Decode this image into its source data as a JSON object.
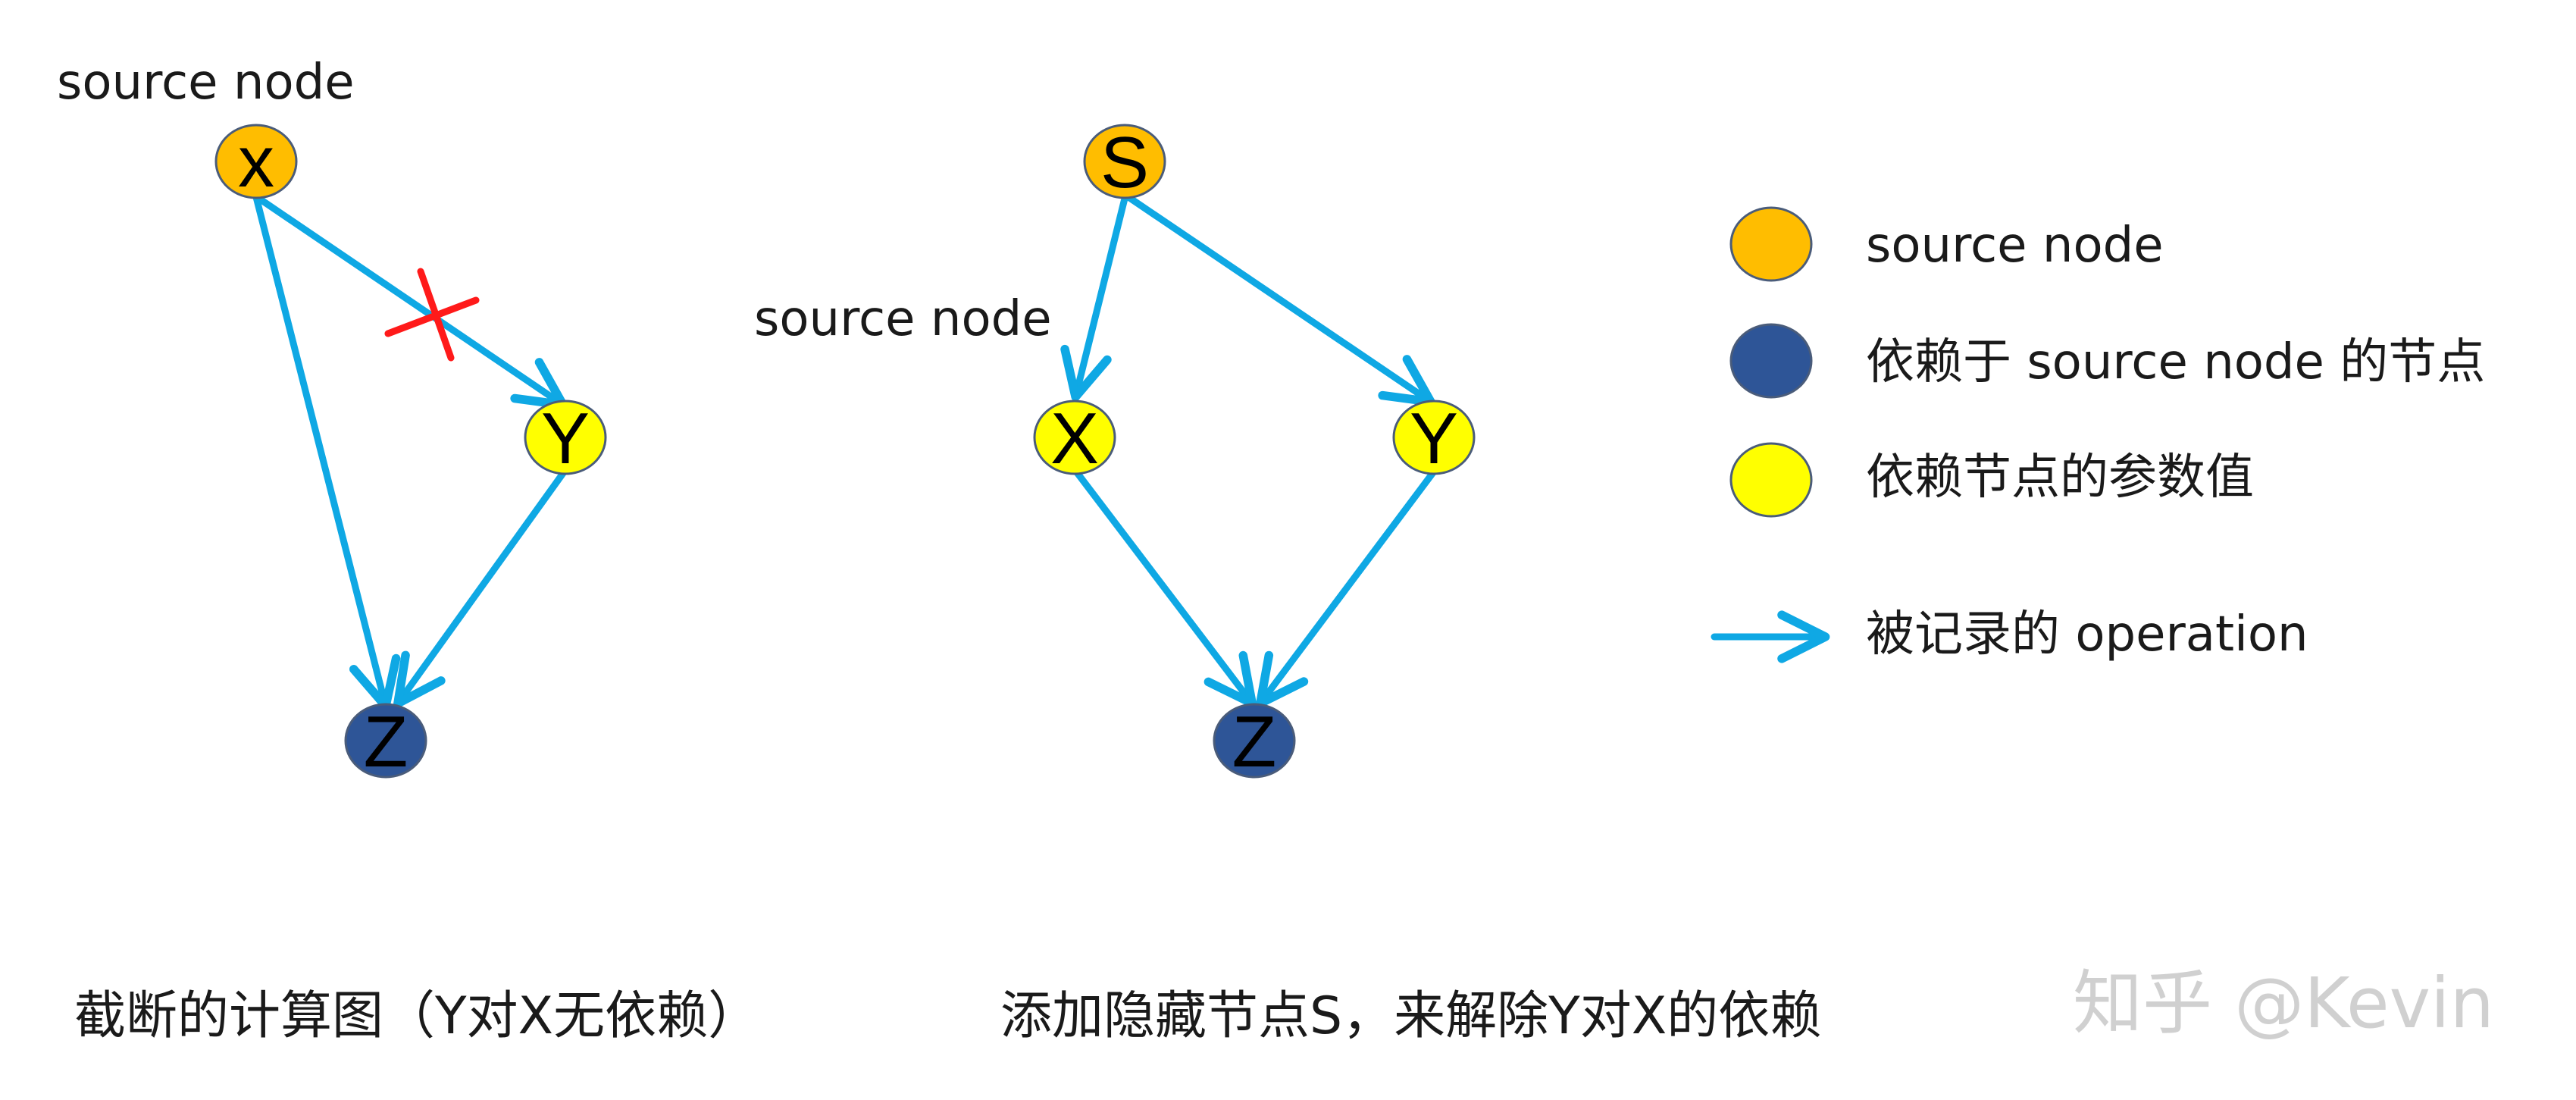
{
  "colors": {
    "source": "#ffbd00",
    "dependent": "#2e5597",
    "param": "#ffff00",
    "edge": "#0fa8e4",
    "cut": "#ff1a1a",
    "node_border": "#4a5c7a"
  },
  "left_graph": {
    "source_label": "source node",
    "nodes": {
      "x": {
        "letter": "x",
        "kind": "source"
      },
      "y": {
        "letter": "Y",
        "kind": "param"
      },
      "z": {
        "letter": "Z",
        "kind": "dependent"
      }
    },
    "edges": [
      {
        "from": "x",
        "to": "y",
        "cut": true
      },
      {
        "from": "x",
        "to": "z",
        "cut": false
      },
      {
        "from": "y",
        "to": "z",
        "cut": false
      }
    ],
    "caption": "截断的计算图（Y对X无依赖）"
  },
  "right_graph": {
    "source_label": "source node",
    "nodes": {
      "s": {
        "letter": "S",
        "kind": "source"
      },
      "x": {
        "letter": "X",
        "kind": "param"
      },
      "y": {
        "letter": "Y",
        "kind": "param"
      },
      "z": {
        "letter": "Z",
        "kind": "dependent"
      }
    },
    "edges": [
      {
        "from": "s",
        "to": "x"
      },
      {
        "from": "s",
        "to": "y"
      },
      {
        "from": "x",
        "to": "z"
      },
      {
        "from": "y",
        "to": "z"
      }
    ],
    "caption": "添加隐藏节点S，来解除Y对X的依赖"
  },
  "legend": {
    "source": {
      "icon": "orange-circle",
      "label": "source node"
    },
    "dependent": {
      "icon": "dark-blue-circle",
      "label": "依赖于 source node 的节点"
    },
    "param": {
      "icon": "yellow-circle",
      "label": "依赖节点的参数值"
    },
    "operation": {
      "icon": "arrow-icon",
      "label": "被记录的 operation"
    }
  },
  "watermark": "知乎 @Kevin"
}
